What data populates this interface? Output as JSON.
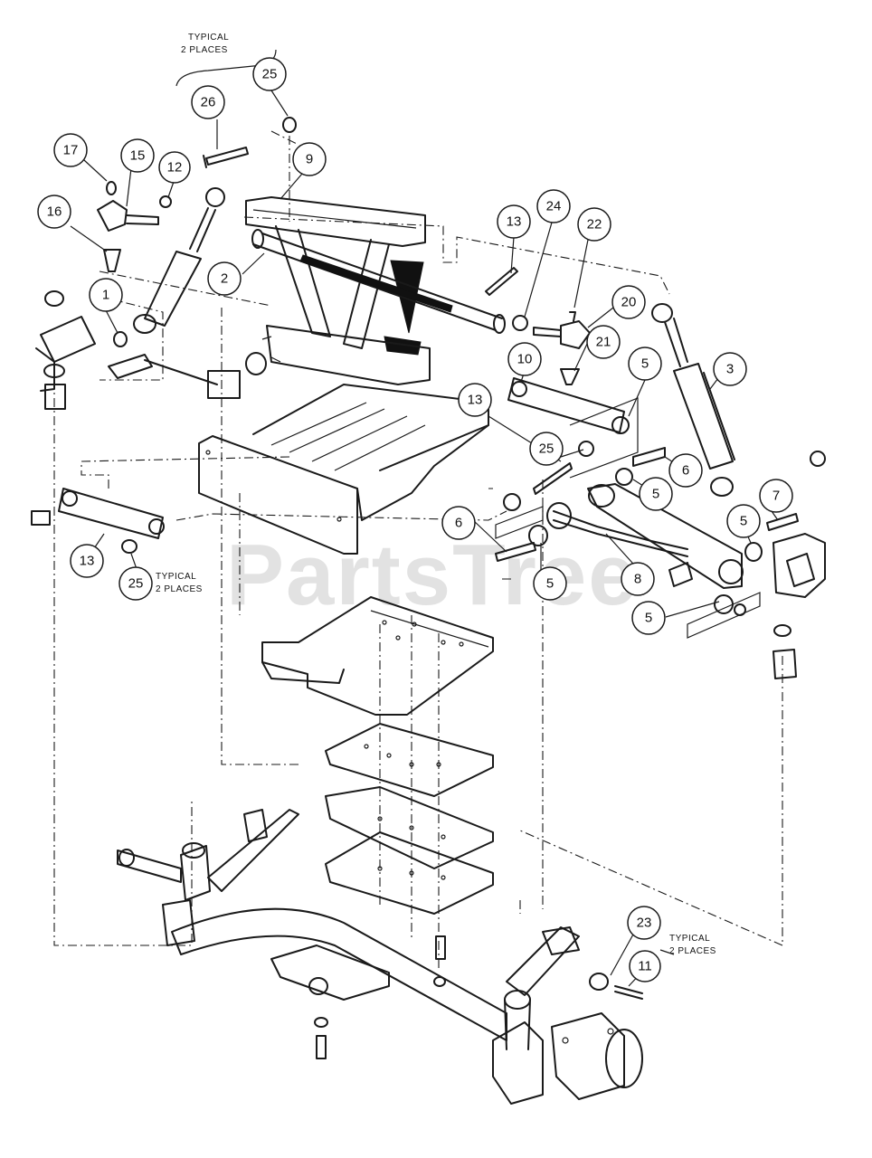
{
  "watermark": "PartsTree",
  "notes": {
    "top": [
      "TYPICAL",
      "2 PLACES"
    ],
    "left": [
      "TYPICAL",
      "2 PLACES"
    ],
    "right": [
      "TYPICAL",
      "2 PLACES"
    ]
  },
  "callouts": [
    {
      "id": "c26",
      "label": "26"
    },
    {
      "id": "c25a",
      "label": "25"
    },
    {
      "id": "c17",
      "label": "17"
    },
    {
      "id": "c15",
      "label": "15"
    },
    {
      "id": "c12",
      "label": "12"
    },
    {
      "id": "c9",
      "label": "9"
    },
    {
      "id": "c16",
      "label": "16"
    },
    {
      "id": "c2",
      "label": "2"
    },
    {
      "id": "c1",
      "label": "1"
    },
    {
      "id": "c13a",
      "label": "13"
    },
    {
      "id": "c24",
      "label": "24"
    },
    {
      "id": "c22",
      "label": "22"
    },
    {
      "id": "c20",
      "label": "20"
    },
    {
      "id": "c21",
      "label": "21"
    },
    {
      "id": "c10",
      "label": "10"
    },
    {
      "id": "c5a",
      "label": "5"
    },
    {
      "id": "c3",
      "label": "3"
    },
    {
      "id": "c13b",
      "label": "13"
    },
    {
      "id": "c25b",
      "label": "25"
    },
    {
      "id": "c6a",
      "label": "6"
    },
    {
      "id": "c5b",
      "label": "5"
    },
    {
      "id": "c7",
      "label": "7"
    },
    {
      "id": "c6b",
      "label": "6"
    },
    {
      "id": "c5c",
      "label": "5"
    },
    {
      "id": "c5d",
      "label": "5"
    },
    {
      "id": "c8",
      "label": "8"
    },
    {
      "id": "c5e",
      "label": "5"
    },
    {
      "id": "c13c",
      "label": "13"
    },
    {
      "id": "c25c",
      "label": "25"
    },
    {
      "id": "c23",
      "label": "23"
    },
    {
      "id": "c11",
      "label": "11"
    }
  ]
}
